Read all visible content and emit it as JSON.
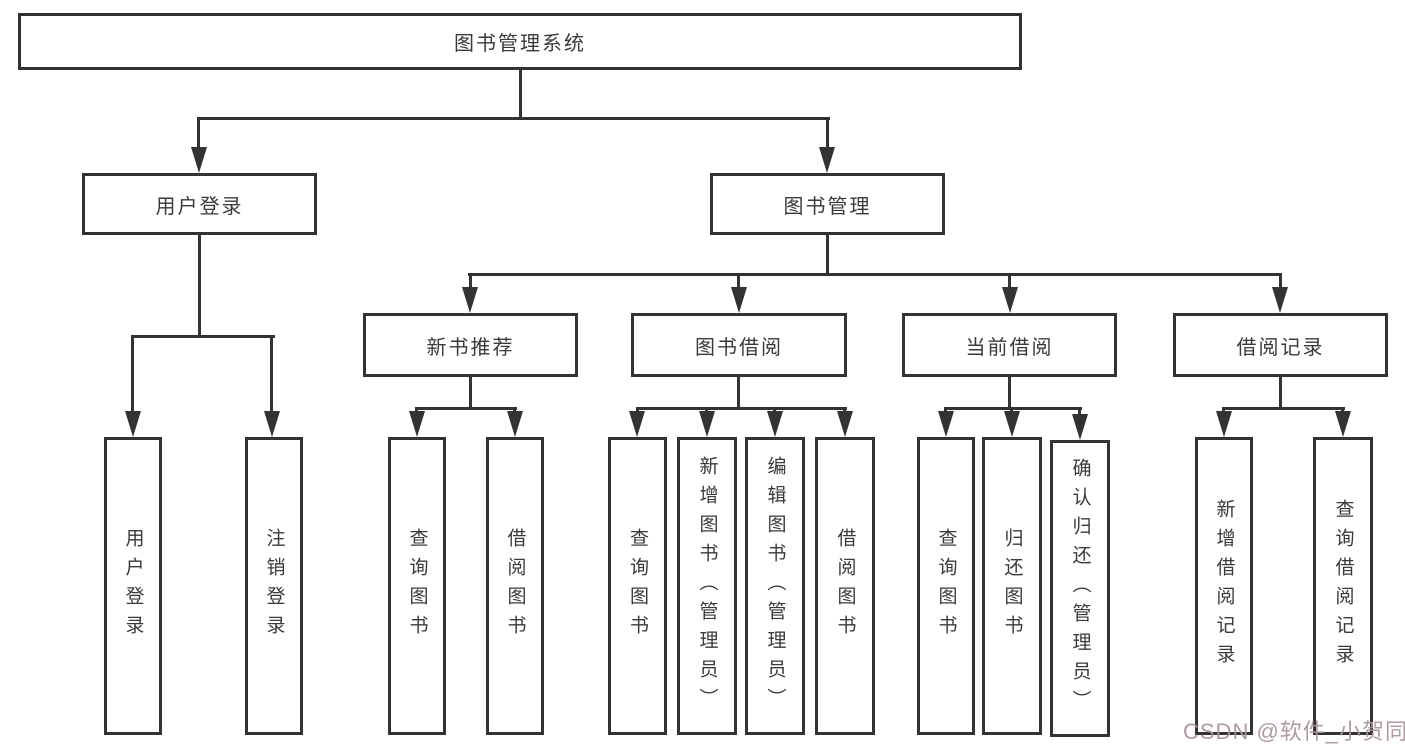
{
  "diagram": {
    "nodes": {
      "root": "图书管理系统",
      "user_login": "用户登录",
      "book_mgmt": "图书管理",
      "new_book_rec": "新书推荐",
      "book_borrow": "图书借阅",
      "current_borrow": "当前借阅",
      "borrow_record": "借阅记录",
      "ul_login": "用户登录",
      "ul_logout": "注销登录",
      "nb_query": "查询图书",
      "nb_borrow": "借阅图书",
      "bb_query": "查询图书",
      "bb_add": "新增图书（管理员）",
      "bb_edit": "编辑图书（管理员）",
      "bb_borrow": "借阅图书",
      "cb_query": "查询图书",
      "cb_return": "归还图书",
      "cb_confirm": "确认归还（管理员）",
      "br_add": "新增借阅记录",
      "br_query": "查询借阅记录"
    },
    "edges": [
      [
        "图书管理系统",
        "用户登录"
      ],
      [
        "图书管理系统",
        "图书管理"
      ],
      [
        "用户登录",
        "用户登录"
      ],
      [
        "用户登录",
        "注销登录"
      ],
      [
        "图书管理",
        "新书推荐"
      ],
      [
        "图书管理",
        "图书借阅"
      ],
      [
        "图书管理",
        "当前借阅"
      ],
      [
        "图书管理",
        "借阅记录"
      ],
      [
        "新书推荐",
        "查询图书"
      ],
      [
        "新书推荐",
        "借阅图书"
      ],
      [
        "图书借阅",
        "查询图书"
      ],
      [
        "图书借阅",
        "新增图书（管理员）"
      ],
      [
        "图书借阅",
        "编辑图书（管理员）"
      ],
      [
        "图书借阅",
        "借阅图书"
      ],
      [
        "当前借阅",
        "查询图书"
      ],
      [
        "当前借阅",
        "归还图书"
      ],
      [
        "当前借阅",
        "确认归还（管理员）"
      ],
      [
        "借阅记录",
        "新增借阅记录"
      ],
      [
        "借阅记录",
        "查询借阅记录"
      ]
    ],
    "colors": {
      "line": "#333333",
      "text": "#3a3a3a",
      "background": "#ffffff"
    }
  },
  "watermark": {
    "text": "CSDN @软件_小贺同学",
    "color": "#ab9599"
  }
}
